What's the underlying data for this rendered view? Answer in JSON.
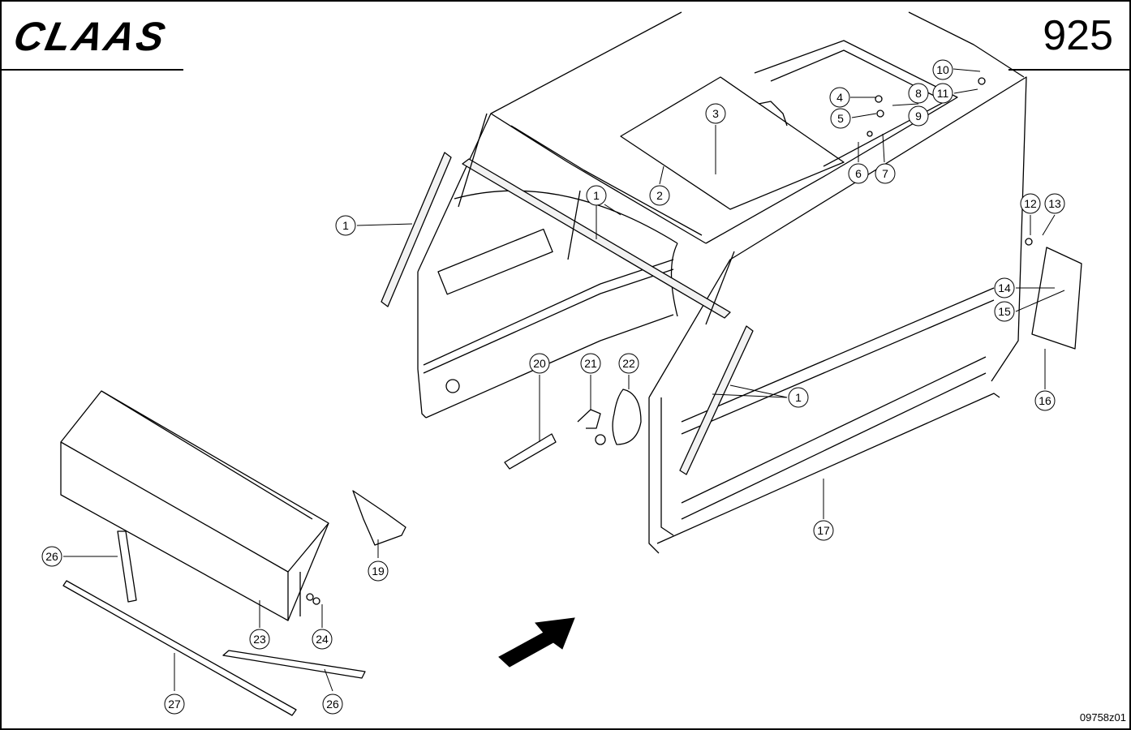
{
  "header": {
    "brand": "CLAAS",
    "sheet_number": "925"
  },
  "footer": {
    "figure_code": "09758z01"
  },
  "callouts": [
    "1",
    "1",
    "1",
    "2",
    "3",
    "4",
    "5",
    "6",
    "7",
    "8",
    "9",
    "10",
    "11",
    "12",
    "13",
    "14",
    "15",
    "16",
    "17",
    "19",
    "20",
    "21",
    "22",
    "23",
    "24",
    "26",
    "26",
    "27"
  ],
  "direction_arrow": "travel-direction-arrow-icon"
}
